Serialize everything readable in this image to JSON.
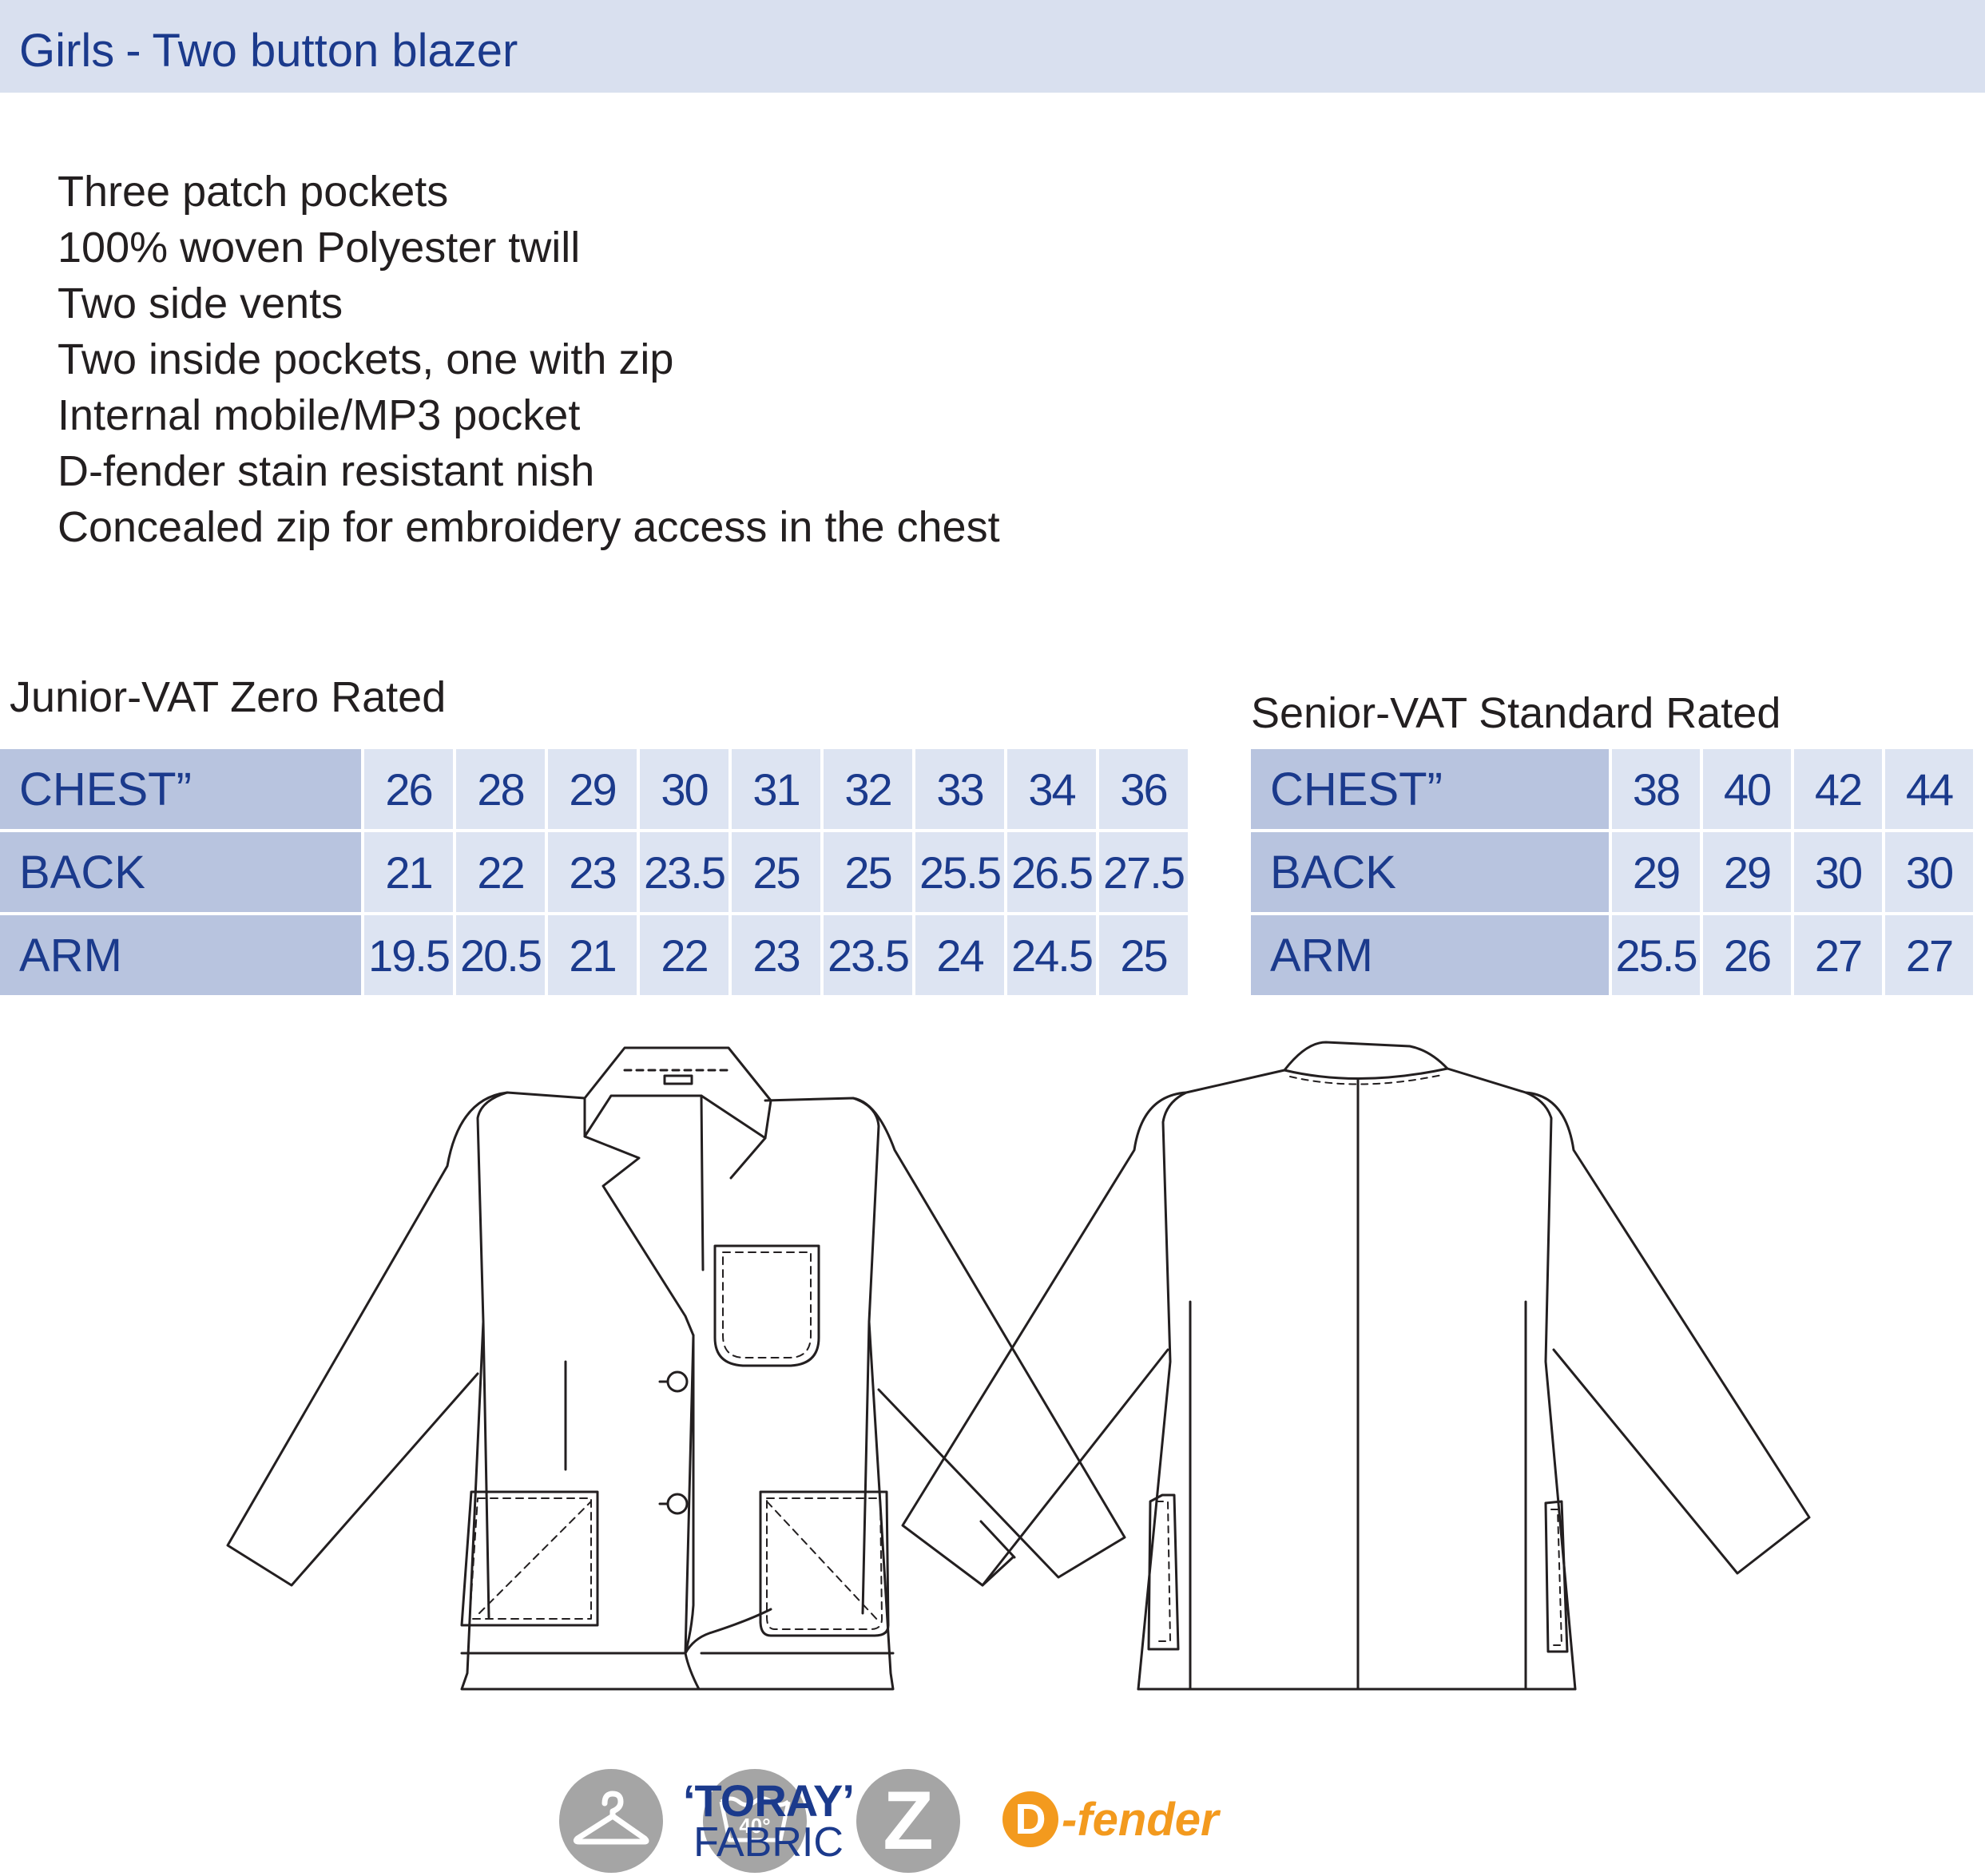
{
  "header": {
    "title_main": "Girls",
    "separator": "-",
    "title_sub": "Two button blazer"
  },
  "features": [
    "Three patch pockets",
    "100% woven Polyester twill",
    "Two side vents",
    "Two inside pockets, one with zip",
    "Internal mobile/MP3 pocket",
    "D-fender stain resistant nish",
    "Concealed zip for embroidery access in the chest"
  ],
  "junior": {
    "caption": "Junior-VAT Zero Rated",
    "rows": [
      {
        "label": "CHEST”",
        "values": [
          "26",
          "28",
          "29",
          "30",
          "31",
          "32",
          "33",
          "34",
          "36"
        ]
      },
      {
        "label": "BACK",
        "values": [
          "21",
          "22",
          "23",
          "23.5",
          "25",
          "25",
          "25.5",
          "26.5",
          "27.5"
        ]
      },
      {
        "label": "ARM",
        "values": [
          "19.5",
          "20.5",
          "21",
          "22",
          "23",
          "23.5",
          "24",
          "24.5",
          "25"
        ]
      }
    ]
  },
  "senior": {
    "caption": "Senior-VAT Standard Rated",
    "rows": [
      {
        "label": "CHEST”",
        "values": [
          "38",
          "40",
          "42",
          "44"
        ]
      },
      {
        "label": "BACK",
        "values": [
          "29",
          "29",
          "30",
          "30"
        ]
      },
      {
        "label": "ARM",
        "values": [
          "25.5",
          "26",
          "27",
          "27"
        ]
      }
    ]
  },
  "care": {
    "wash_temp": "40°",
    "dry_clean": "Z",
    "dfender_d": "D",
    "dfender_text": "-fender",
    "toray_top": "‘TORAY’",
    "toray_bottom": "FABRIC"
  },
  "colors": {
    "header_bg": "#d9e0ef",
    "label_bg": "#b8c4df",
    "cell_bg": "#dde4f2",
    "accent_blue": "#1b3a8c",
    "icon_grey": "#a5a5a5",
    "dfender_orange": "#f39a1e"
  }
}
